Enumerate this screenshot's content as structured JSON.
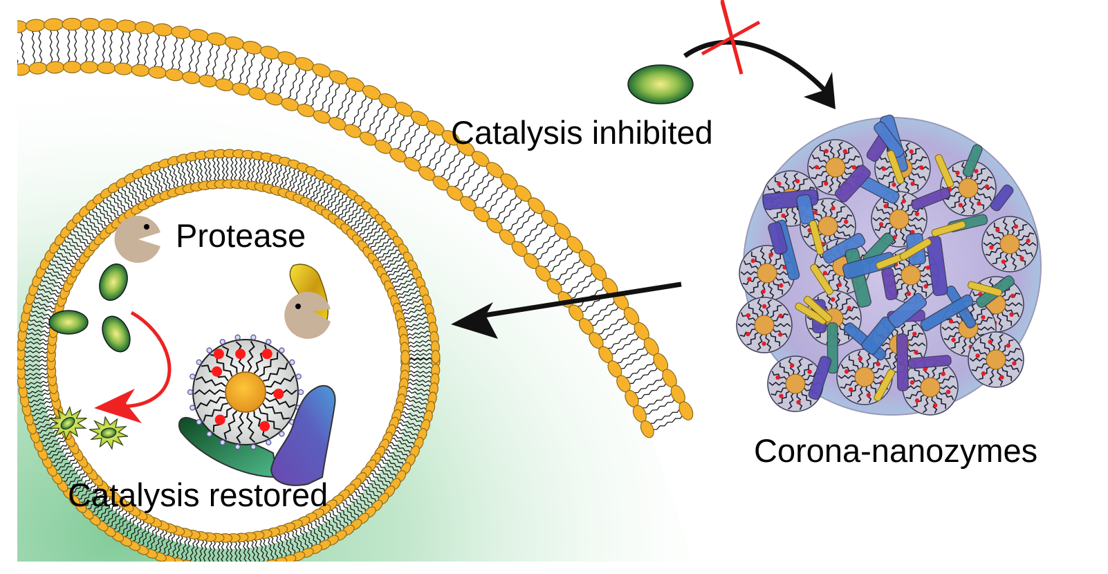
{
  "figure": {
    "labels": {
      "catalysis_inhibited": "Catalysis inhibited",
      "protease": "Protease",
      "catalysis_restored": "Catalysis restored",
      "corona_nanozymes": "Corona-nanozymes"
    },
    "colors": {
      "lipid_head": "#F7B22C",
      "lipid_outline": "#8A6A1A",
      "cytoplasm_green": "#7CC995",
      "red_arrow": "#EE2222",
      "black_arrow": "#111111",
      "protease": "#C9B29A",
      "corona_disc": "#B9B1D8",
      "protein_purple": "#6A48B0",
      "protein_blue": "#4D7FD0",
      "protein_teal": "#3F8F7E",
      "protein_yellow": "#E2C23A",
      "nanozyme_core": "#F2A535",
      "payload_red": "#FF1A1A",
      "substrate_green": "#2E7D3A",
      "product_yellow": "#D8E83A"
    },
    "elements": {
      "inhibited_symbol": "red-cross",
      "outer_membrane": "lipid-bilayer",
      "inner_vesicle": "lipid-bilayer-vesicle",
      "substrates_count": 3,
      "products_count": 2
    }
  }
}
